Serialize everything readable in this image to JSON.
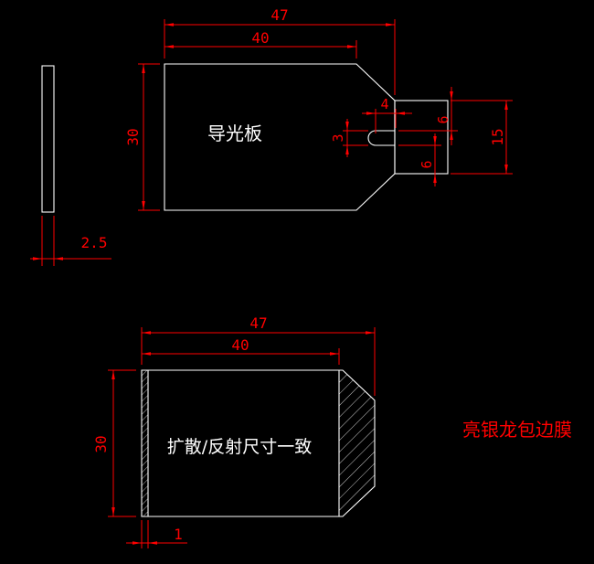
{
  "colors": {
    "background": "#000000",
    "line": "#ffffff",
    "dimension": "#ff0000"
  },
  "top_view": {
    "label": "导光板",
    "width_total": "47",
    "width_flat": "40",
    "height": "30",
    "thickness": "2.5",
    "slot_depth": "4",
    "slot_width": "3",
    "offset_top": "6",
    "offset_bottom": "6",
    "tab_height": "15"
  },
  "bottom_view": {
    "label": "扩散/反射尺寸一致",
    "width_total": "47",
    "width_flat": "40",
    "height": "30",
    "edge_thickness": "1",
    "note": "亮银龙包边膜"
  }
}
